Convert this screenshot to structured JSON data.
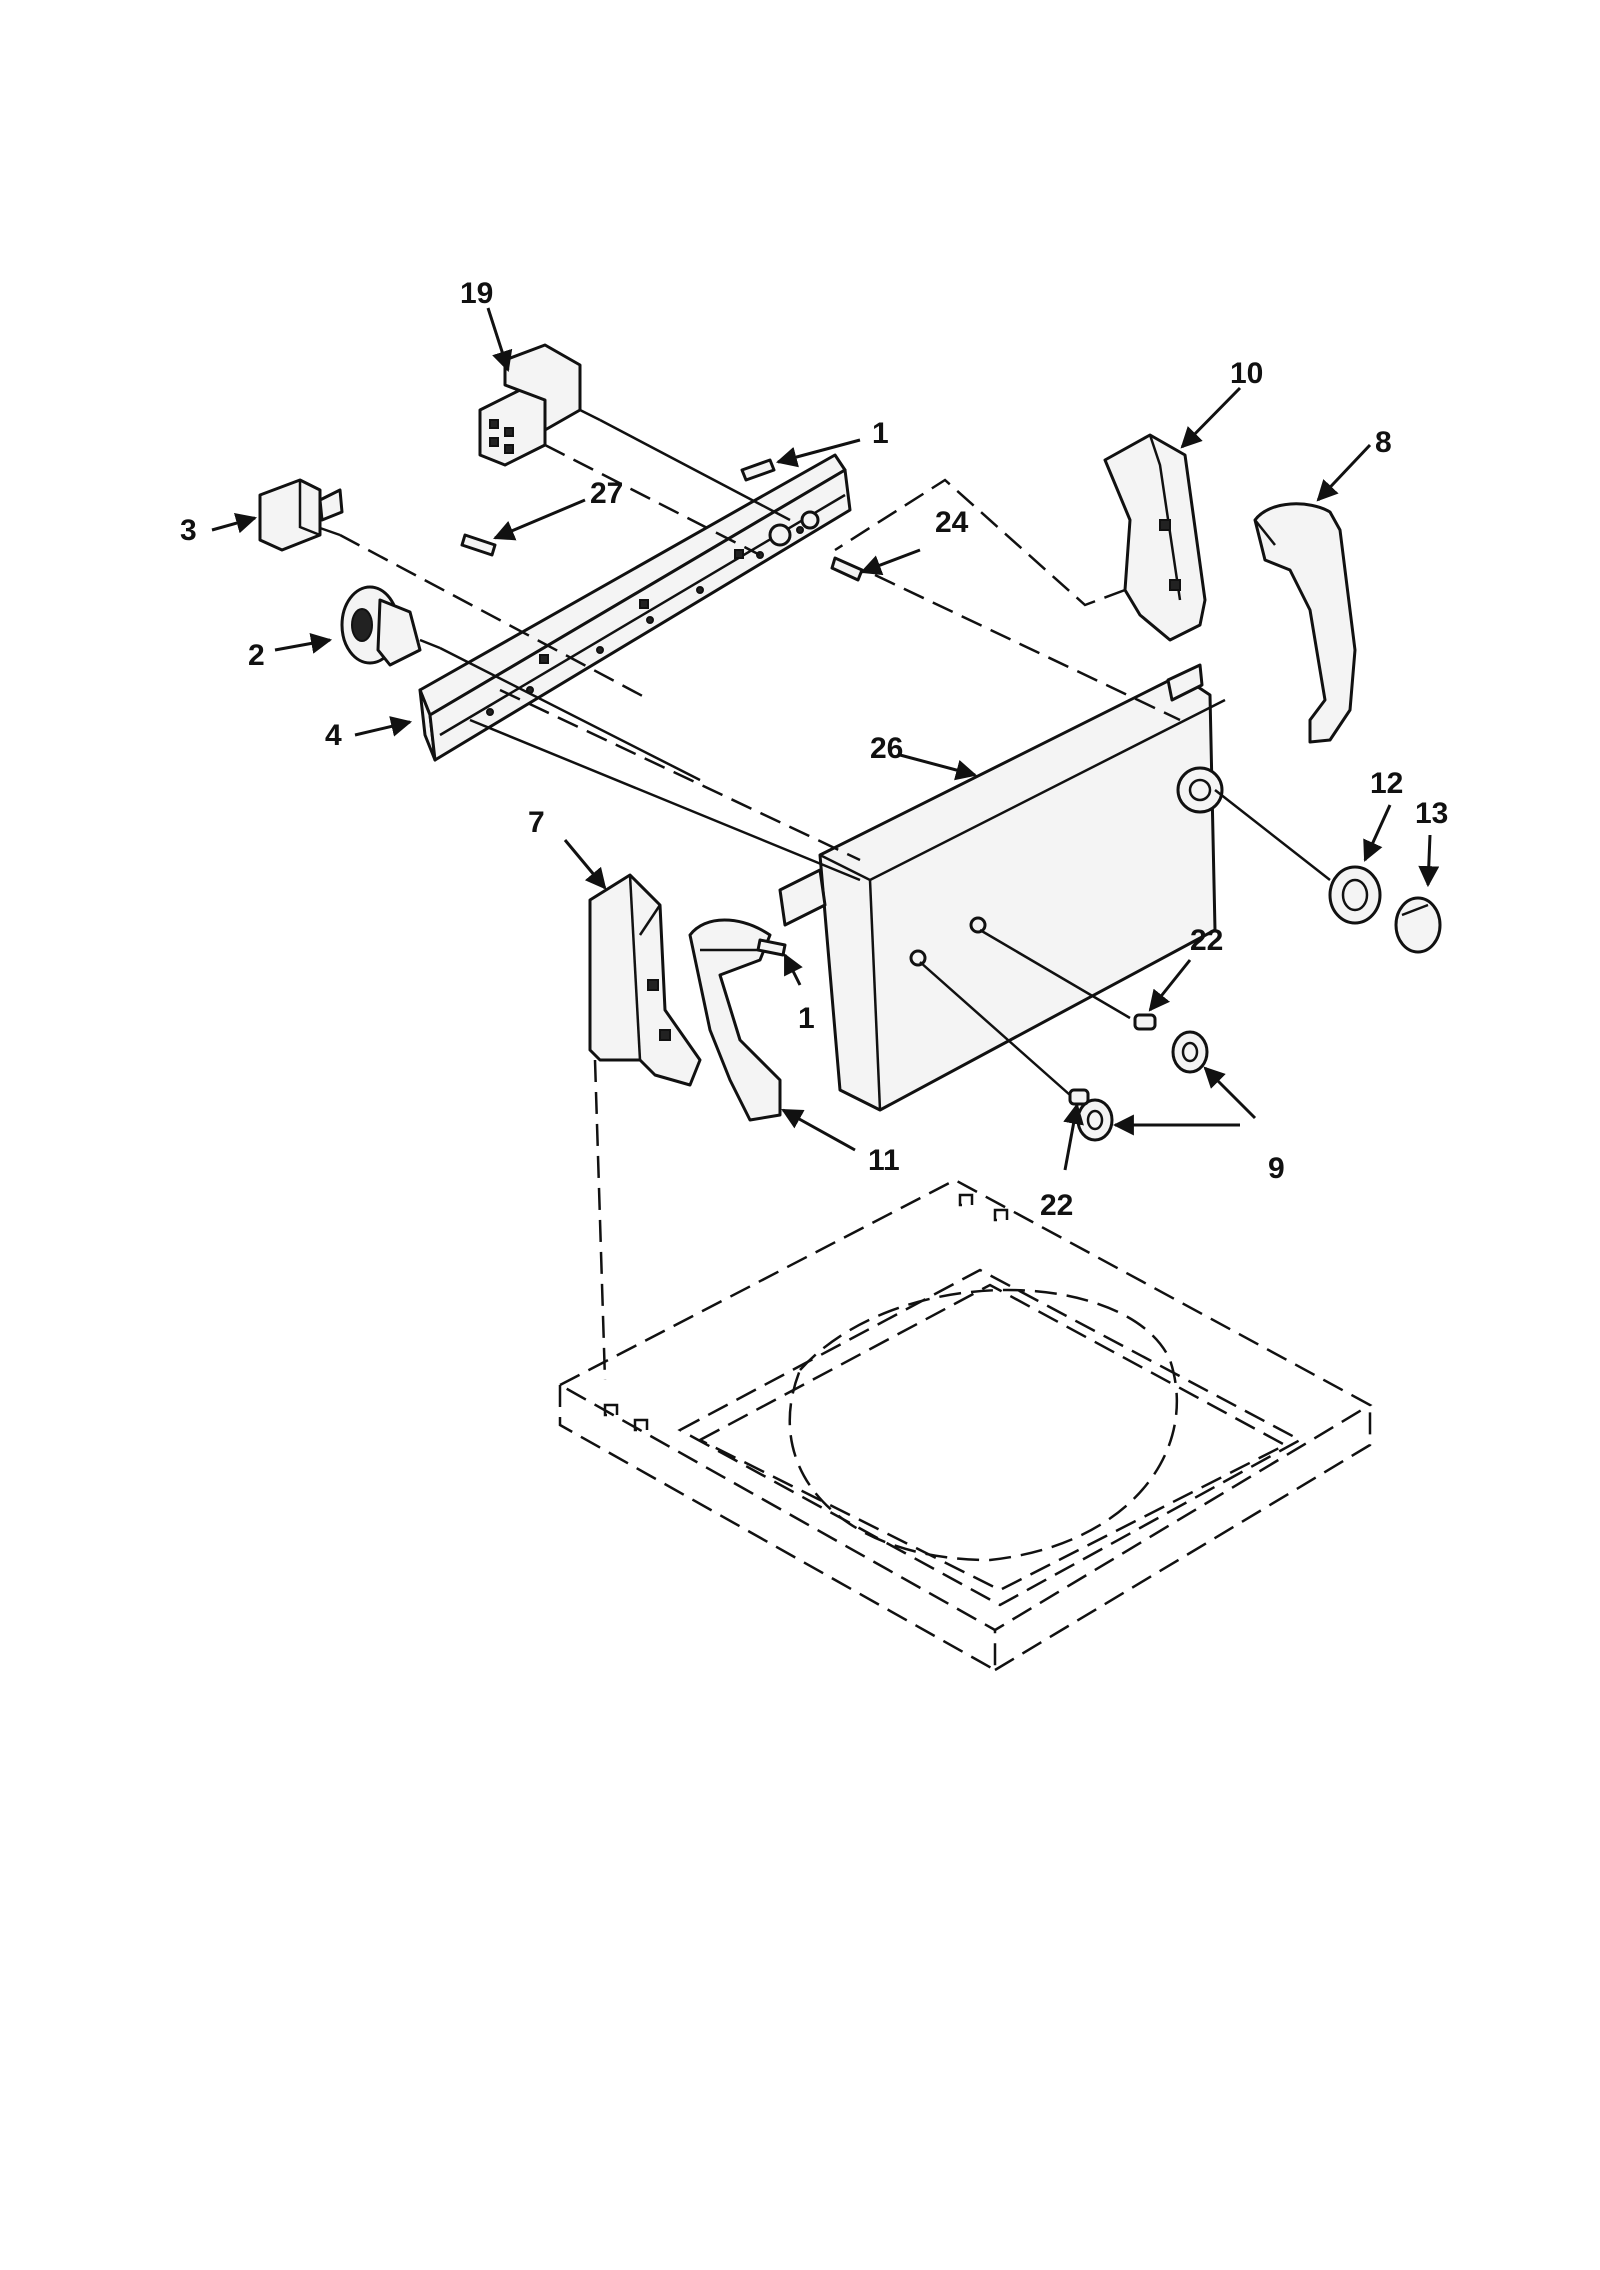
{
  "diagram": {
    "callouts": {
      "c1_top": "1",
      "c1_bottom": "1",
      "c2": "2",
      "c3": "3",
      "c4": "4",
      "c7": "7",
      "c8": "8",
      "c9": "9",
      "c10": "10",
      "c11": "11",
      "c12": "12",
      "c13": "13",
      "c19": "19",
      "c22_top": "22",
      "c22_bottom": "22",
      "c24": "24",
      "c26": "26",
      "c27": "27"
    }
  }
}
